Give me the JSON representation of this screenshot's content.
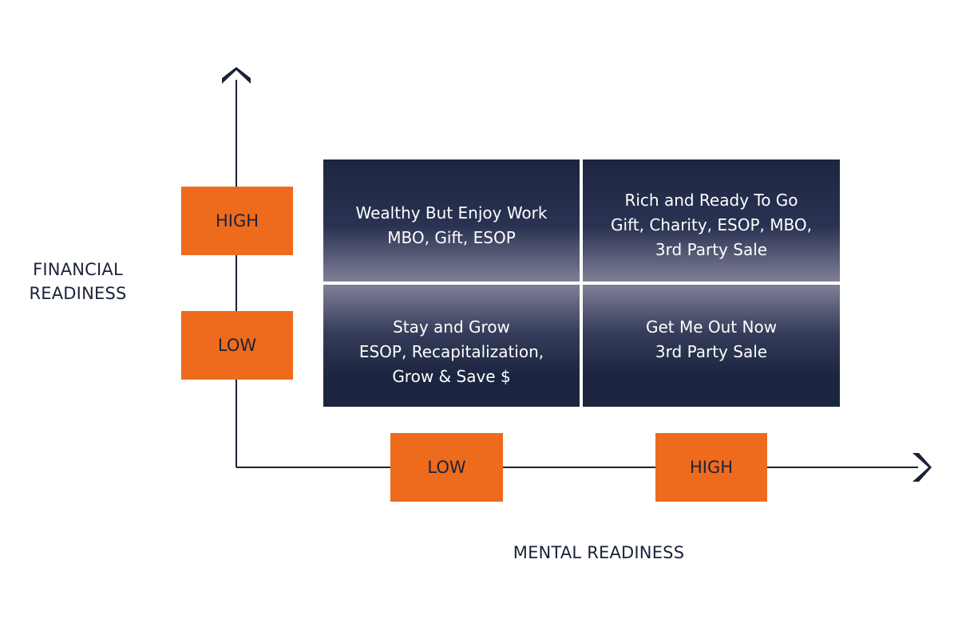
{
  "y_axis": {
    "title": "FINANCIAL\nREADINESS",
    "high_label": "HIGH",
    "low_label": "LOW"
  },
  "x_axis": {
    "title": "MENTAL READINESS",
    "low_label": "LOW",
    "high_label": "HIGH"
  },
  "quadrants": {
    "top_left": {
      "title": "Wealthy But Enjoy Work",
      "options": "MBO, Gift, ESOP"
    },
    "top_right": {
      "title": "Rich and Ready To Go",
      "options_1": "Gift, Charity, ESOP, MBO,",
      "options_2": "3rd Party Sale"
    },
    "bottom_left": {
      "title": "Stay and Grow",
      "options_1": "ESOP, Recapitalization,",
      "options_2": "Grow & Save $"
    },
    "bottom_right": {
      "title": "Get Me Out Now",
      "options": "3rd Party Sale"
    }
  },
  "colors": {
    "accent_orange": "#ee6a1c",
    "navy": "#1c2540",
    "axis": "#1b2238"
  }
}
